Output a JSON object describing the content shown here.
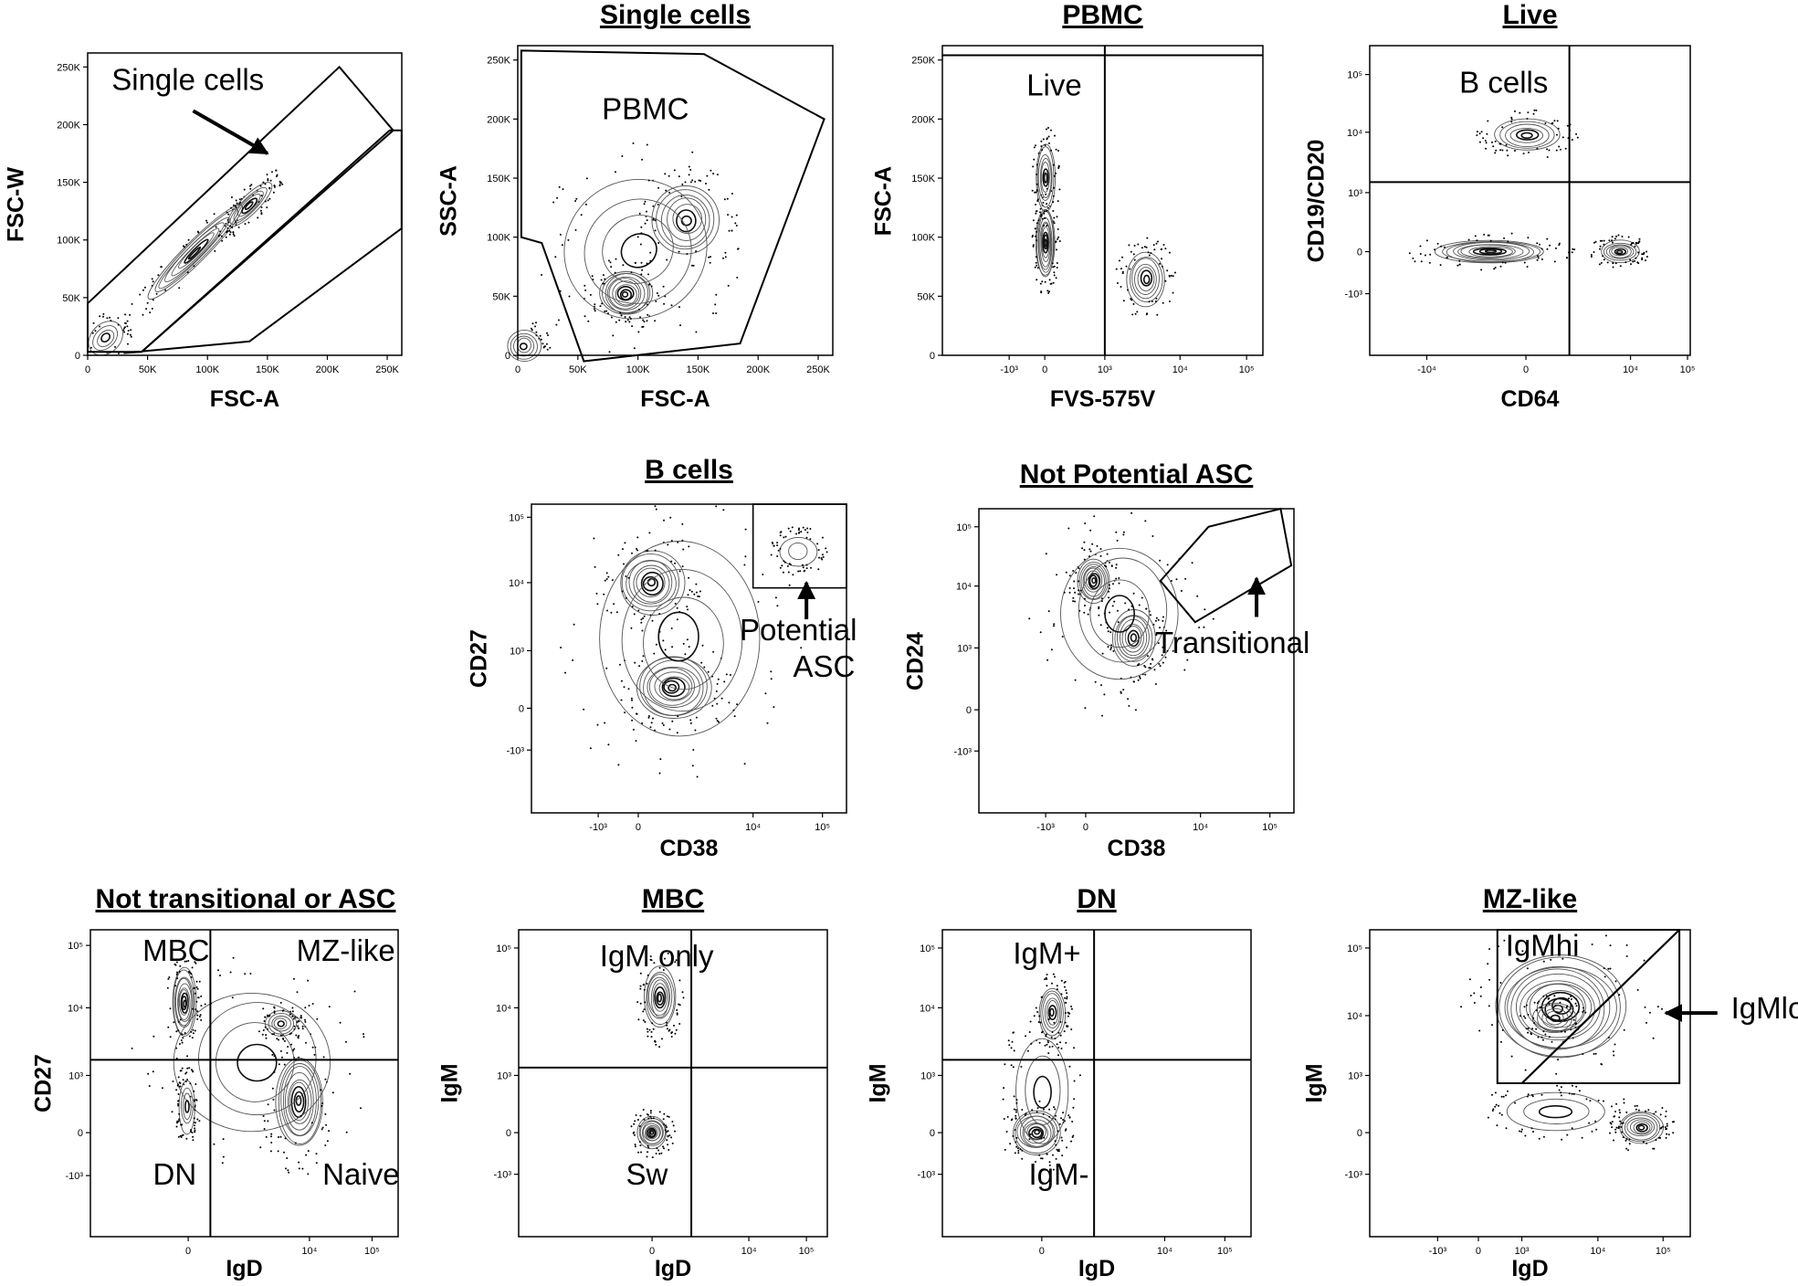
{
  "chart_data": [
    {
      "type": "contour",
      "id": "p1",
      "title": "",
      "xlabel": "FSC-A",
      "ylabel": "FSC-W",
      "x_scale": "linear",
      "y_scale": "linear",
      "xlim": [
        0,
        262144
      ],
      "ylim": [
        0,
        262144
      ],
      "x_ticks": [
        0,
        50000,
        100000,
        150000,
        200000,
        250000
      ],
      "x_tick_labels": [
        "0",
        "50K",
        "100K",
        "150K",
        "200K",
        "250K"
      ],
      "y_ticks": [
        0,
        50000,
        100000,
        150000,
        200000,
        250000
      ],
      "y_tick_labels": [
        "0",
        "50K",
        "100K",
        "150K",
        "200K",
        "250K"
      ],
      "gates": [
        {
          "shape": "polygon",
          "points": [
            [
              0,
              45000
            ],
            [
              210000,
              250000
            ],
            [
              255000,
              195000
            ],
            [
              45000,
              3000
            ],
            [
              0,
              3000
            ]
          ]
        },
        {
          "shape": "polygon",
          "points": [
            [
              30000,
              2000
            ],
            [
              135000,
              12000
            ],
            [
              262000,
              110000
            ],
            [
              262000,
              195000
            ],
            [
              252000,
              195000
            ],
            [
              45000,
              3000
            ]
          ]
        }
      ],
      "annotations": [
        {
          "text": "Single cells",
          "x": 20000,
          "y": 230000,
          "arrow_to": [
            150000,
            175000
          ],
          "arrow_from": [
            88000,
            212000
          ]
        }
      ],
      "populations": [
        {
          "cx": 15000,
          "cy": 15000,
          "rx": 16000,
          "ry": 12000,
          "angle": 45,
          "levels": 4
        },
        {
          "cx": 90000,
          "cy": 90000,
          "rx": 55000,
          "ry": 9000,
          "angle": 45,
          "levels": 8
        },
        {
          "cx": 135000,
          "cy": 130000,
          "rx": 25000,
          "ry": 8000,
          "angle": 45,
          "levels": 6
        }
      ]
    },
    {
      "type": "contour",
      "id": "p2",
      "title": "Single cells",
      "xlabel": "FSC-A",
      "ylabel": "SSC-A",
      "x_scale": "linear",
      "y_scale": "linear",
      "xlim": [
        0,
        262144
      ],
      "ylim": [
        0,
        262144
      ],
      "x_ticks": [
        0,
        50000,
        100000,
        150000,
        200000,
        250000
      ],
      "x_tick_labels": [
        "0",
        "50K",
        "100K",
        "150K",
        "200K",
        "250K"
      ],
      "y_ticks": [
        0,
        50000,
        100000,
        150000,
        200000,
        250000
      ],
      "y_tick_labels": [
        "0",
        "50K",
        "100K",
        "150K",
        "200K",
        "250K"
      ],
      "gates": [
        {
          "shape": "polygon",
          "points": [
            [
              3000,
              258000
            ],
            [
              155000,
              255000
            ],
            [
              255000,
              200000
            ],
            [
              185000,
              10000
            ],
            [
              55000,
              -5000
            ],
            [
              20000,
              95000
            ],
            [
              3000,
              100000
            ]
          ]
        }
      ],
      "annotations": [
        {
          "text": "PBMC",
          "x": 70000,
          "y": 200000
        }
      ],
      "populations": [
        {
          "cx": 90000,
          "cy": 52000,
          "rx": 22000,
          "ry": 20000,
          "angle": 0,
          "levels": 10
        },
        {
          "cx": 140000,
          "cy": 115000,
          "rx": 28000,
          "ry": 30000,
          "angle": 0,
          "levels": 7
        },
        {
          "cx": 5000,
          "cy": 8000,
          "rx": 14000,
          "ry": 14000,
          "angle": 0,
          "levels": 5
        },
        {
          "cx": 100000,
          "cy": 90000,
          "rx": 60000,
          "ry": 55000,
          "angle": 30,
          "levels": 4
        }
      ]
    },
    {
      "type": "contour",
      "id": "p3",
      "title": "PBMC",
      "xlabel": "FVS-575V",
      "ylabel": "FSC-A",
      "x_scale": "biexponential",
      "y_scale": "linear",
      "xlim": [
        -0.18,
        1
      ],
      "ylim": [
        0,
        262144
      ],
      "x_ticks": [
        0.066,
        0.197,
        0.418,
        0.695,
        0.94
      ],
      "x_tick_labels": [
        "-10³",
        "0",
        "10³",
        "10⁴",
        "10⁵"
      ],
      "y_ticks": [
        0,
        50000,
        100000,
        150000,
        200000,
        250000
      ],
      "y_tick_labels": [
        "0",
        "50K",
        "100K",
        "150K",
        "200K",
        "250K"
      ],
      "gates": [
        {
          "shape": "vline",
          "x": 0.418
        },
        {
          "shape": "hline",
          "y": 254000
        }
      ],
      "annotations": [
        {
          "text": "Live",
          "x": 0.13,
          "y": 220000
        }
      ],
      "populations": [
        {
          "cx": 0.2,
          "cy": 95000,
          "rx": 0.035,
          "ry": 30000,
          "angle": 0,
          "levels": 10
        },
        {
          "cx": 0.2,
          "cy": 150000,
          "rx": 0.035,
          "ry": 28000,
          "angle": 0,
          "levels": 7
        },
        {
          "cx": 0.57,
          "cy": 65000,
          "rx": 0.07,
          "ry": 22000,
          "angle": 0,
          "levels": 7
        }
      ]
    },
    {
      "type": "contour",
      "id": "p4",
      "title": "Live",
      "xlabel": "CD64",
      "ylabel": "CD19/CD20",
      "x_scale": "biexponential",
      "y_scale": "biexponential",
      "xlim": [
        -0.18,
        1
      ],
      "ylim": [
        -0.18,
        1
      ],
      "x_ticks": [
        0.03,
        0.395,
        0.78,
        0.99
      ],
      "x_tick_labels": [
        "-10⁴",
        "0",
        "10⁴",
        "10⁵"
      ],
      "y_ticks": [
        0.055,
        0.215,
        0.44,
        0.67,
        0.89
      ],
      "y_tick_labels": [
        "-10³",
        "0",
        "10³",
        "10⁴",
        "10⁵"
      ],
      "gates": [
        {
          "shape": "vline",
          "x": 0.555
        },
        {
          "shape": "hline",
          "y": 0.48
        }
      ],
      "annotations": [
        {
          "text": "B cells",
          "x": 0.15,
          "y": 0.82
        }
      ],
      "populations": [
        {
          "cx": 0.26,
          "cy": 0.215,
          "rx": 0.2,
          "ry": 0.045,
          "angle": 0,
          "levels": 10
        },
        {
          "cx": 0.74,
          "cy": 0.215,
          "rx": 0.07,
          "ry": 0.04,
          "angle": 0,
          "levels": 7
        },
        {
          "cx": 0.4,
          "cy": 0.66,
          "rx": 0.12,
          "ry": 0.06,
          "angle": 0,
          "levels": 6
        }
      ]
    },
    {
      "type": "contour",
      "id": "p5",
      "title": "B cells",
      "xlabel": "CD38",
      "ylabel": "CD27",
      "x_scale": "biexponential",
      "y_scale": "biexponential",
      "xlim": [
        -0.18,
        1
      ],
      "ylim": [
        -0.18,
        1
      ],
      "x_ticks": [
        0.07,
        0.22,
        0.65,
        0.91
      ],
      "x_tick_labels": [
        "-10³",
        "0",
        "10⁴",
        "10⁵"
      ],
      "y_ticks": [
        0.06,
        0.22,
        0.44,
        0.7,
        0.95
      ],
      "y_tick_labels": [
        "-10³",
        "0",
        "10³",
        "10⁴",
        "10⁵"
      ],
      "gates": [
        {
          "shape": "rect",
          "x0": 0.65,
          "y0": 0.68,
          "x1": 1.0,
          "y1": 1.0
        }
      ],
      "annotations": [
        {
          "text": "Potential",
          "x": 0.6,
          "y": 0.48
        },
        {
          "text": "ASC",
          "x": 0.8,
          "y": 0.34
        },
        {
          "arrow_from": [
            0.85,
            0.56
          ],
          "arrow_to": [
            0.85,
            0.7
          ]
        }
      ],
      "populations": [
        {
          "cx": 0.35,
          "cy": 0.3,
          "rx": 0.14,
          "ry": 0.12,
          "angle": 0,
          "levels": 10
        },
        {
          "cx": 0.27,
          "cy": 0.7,
          "rx": 0.12,
          "ry": 0.12,
          "angle": 0,
          "levels": 9
        },
        {
          "cx": 0.38,
          "cy": 0.48,
          "rx": 0.3,
          "ry": 0.38,
          "angle": 0,
          "levels": 4
        },
        {
          "cx": 0.82,
          "cy": 0.82,
          "rx": 0.07,
          "ry": 0.06,
          "angle": 0,
          "levels": 2
        }
      ]
    },
    {
      "type": "contour",
      "id": "p6",
      "title": "Not Potential ASC",
      "xlabel": "CD38",
      "ylabel": "CD24",
      "x_scale": "biexponential",
      "y_scale": "biexponential",
      "xlim": [
        -0.18,
        1
      ],
      "ylim": [
        -0.18,
        1
      ],
      "x_ticks": [
        0.07,
        0.22,
        0.65,
        0.91
      ],
      "x_tick_labels": [
        "-10³",
        "0",
        "10⁴",
        "10⁵"
      ],
      "y_ticks": [
        0.06,
        0.22,
        0.46,
        0.7,
        0.93
      ],
      "y_tick_labels": [
        "-10³",
        "0",
        "10³",
        "10⁴",
        "10⁵"
      ],
      "gates": [
        {
          "shape": "polygon",
          "points": [
            [
              0.5,
              0.72
            ],
            [
              0.68,
              0.93
            ],
            [
              0.95,
              1.0
            ],
            [
              0.99,
              0.78
            ],
            [
              0.63,
              0.56
            ]
          ]
        }
      ],
      "annotations": [
        {
          "text": "Transitional",
          "x": 0.48,
          "y": 0.44
        },
        {
          "arrow_from": [
            0.86,
            0.58
          ],
          "arrow_to": [
            0.86,
            0.73
          ]
        }
      ],
      "populations": [
        {
          "cx": 0.25,
          "cy": 0.72,
          "rx": 0.06,
          "ry": 0.09,
          "angle": 0,
          "levels": 9
        },
        {
          "cx": 0.4,
          "cy": 0.5,
          "rx": 0.08,
          "ry": 0.11,
          "angle": 0,
          "levels": 8
        },
        {
          "cx": 0.35,
          "cy": 0.6,
          "rx": 0.22,
          "ry": 0.26,
          "angle": 0,
          "levels": 4
        }
      ]
    },
    {
      "type": "contour",
      "id": "p7",
      "title": "Not transitional or ASC",
      "xlabel": "IgD",
      "ylabel": "CD27",
      "x_scale": "biexponential",
      "y_scale": "biexponential",
      "xlim": [
        -0.18,
        1
      ],
      "ylim": [
        -0.18,
        1
      ],
      "x_ticks": [
        0.195,
        0.66,
        0.9
      ],
      "x_tick_labels": [
        "0",
        "10⁴",
        "10⁵"
      ],
      "y_ticks": [
        0.055,
        0.22,
        0.44,
        0.7,
        0.94
      ],
      "y_tick_labels": [
        "-10³",
        "0",
        "10³",
        "10⁴",
        "10⁵"
      ],
      "gates": [
        {
          "shape": "vline",
          "x": 0.28
        },
        {
          "shape": "hline",
          "y": 0.5
        }
      ],
      "annotations": [
        {
          "text": "MBC",
          "x": 0.02,
          "y": 0.88
        },
        {
          "text": "MZ-like",
          "x": 0.61,
          "y": 0.88
        },
        {
          "text": "DN",
          "x": 0.06,
          "y": 0.02
        },
        {
          "text": "Naive",
          "x": 0.71,
          "y": 0.02
        }
      ],
      "populations": [
        {
          "cx": 0.18,
          "cy": 0.72,
          "rx": 0.045,
          "ry": 0.13,
          "angle": 0,
          "levels": 10
        },
        {
          "cx": 0.62,
          "cy": 0.34,
          "rx": 0.09,
          "ry": 0.18,
          "angle": 0,
          "levels": 10
        },
        {
          "cx": 0.55,
          "cy": 0.64,
          "rx": 0.06,
          "ry": 0.05,
          "angle": 0,
          "levels": 5
        },
        {
          "cx": 0.45,
          "cy": 0.5,
          "rx": 0.3,
          "ry": 0.28,
          "angle": 0,
          "levels": 4
        },
        {
          "cx": 0.19,
          "cy": 0.32,
          "rx": 0.03,
          "ry": 0.1,
          "angle": 0,
          "levels": 4
        }
      ]
    },
    {
      "type": "contour",
      "id": "p8",
      "title": "MBC",
      "xlabel": "IgD",
      "ylabel": "IgM",
      "x_scale": "biexponential",
      "y_scale": "biexponential",
      "xlim": [
        -0.18,
        1
      ],
      "ylim": [
        -0.18,
        1
      ],
      "x_ticks": [
        0.33,
        0.7,
        0.92
      ],
      "x_tick_labels": [
        "0",
        "10⁴",
        "10⁵"
      ],
      "y_ticks": [
        0.06,
        0.22,
        0.44,
        0.7,
        0.93
      ],
      "y_tick_labels": [
        "-10³",
        "0",
        "10³",
        "10⁴",
        "10⁵"
      ],
      "gates": [
        {
          "shape": "vline",
          "x": 0.48
        },
        {
          "shape": "hline",
          "y": 0.47
        }
      ],
      "annotations": [
        {
          "text": "IgM only",
          "x": 0.13,
          "y": 0.86
        },
        {
          "text": "Sw",
          "x": 0.23,
          "y": 0.02
        }
      ],
      "populations": [
        {
          "cx": 0.33,
          "cy": 0.22,
          "rx": 0.055,
          "ry": 0.06,
          "angle": 0,
          "levels": 10
        },
        {
          "cx": 0.36,
          "cy": 0.74,
          "rx": 0.06,
          "ry": 0.12,
          "angle": 0,
          "levels": 9
        }
      ]
    },
    {
      "type": "contour",
      "id": "p9",
      "title": "DN",
      "xlabel": "IgD",
      "ylabel": "IgM",
      "x_scale": "biexponential",
      "y_scale": "biexponential",
      "xlim": [
        -0.18,
        1
      ],
      "ylim": [
        -0.18,
        1
      ],
      "x_ticks": [
        0.2,
        0.67,
        0.9
      ],
      "x_tick_labels": [
        "0",
        "10⁴",
        "10⁵"
      ],
      "y_ticks": [
        0.06,
        0.22,
        0.44,
        0.7,
        0.93
      ],
      "y_tick_labels": [
        "-10³",
        "0",
        "10³",
        "10⁴",
        "10⁵"
      ],
      "gates": [
        {
          "shape": "vline",
          "x": 0.4
        },
        {
          "shape": "hline",
          "y": 0.5
        }
      ],
      "annotations": [
        {
          "text": "IgM+",
          "x": 0.09,
          "y": 0.87
        },
        {
          "text": "IgM-",
          "x": 0.15,
          "y": 0.02
        }
      ],
      "populations": [
        {
          "cx": 0.18,
          "cy": 0.22,
          "rx": 0.09,
          "ry": 0.08,
          "angle": 0,
          "levels": 10
        },
        {
          "cx": 0.24,
          "cy": 0.68,
          "rx": 0.05,
          "ry": 0.1,
          "angle": 0,
          "levels": 7
        },
        {
          "cx": 0.2,
          "cy": 0.38,
          "rx": 0.1,
          "ry": 0.2,
          "angle": 0,
          "levels": 3
        }
      ]
    },
    {
      "type": "contour",
      "id": "p10",
      "title": "MZ-like",
      "xlabel": "IgD",
      "ylabel": "IgM",
      "x_scale": "biexponential",
      "y_scale": "biexponential",
      "xlim": [
        -0.18,
        1
      ],
      "ylim": [
        -0.18,
        1
      ],
      "x_ticks": [
        0.07,
        0.22,
        0.38,
        0.66,
        0.9
      ],
      "x_tick_labels": [
        "-10³",
        "0",
        "10³",
        "10⁴",
        "10⁵"
      ],
      "y_ticks": [
        0.06,
        0.22,
        0.44,
        0.67,
        0.93
      ],
      "y_tick_labels": [
        "-10³",
        "0",
        "10³",
        "10⁴",
        "10⁵"
      ],
      "gates": [
        {
          "shape": "polygon",
          "points": [
            [
              0.29,
              1.0
            ],
            [
              0.96,
              1.0
            ],
            [
              0.96,
              0.41
            ],
            [
              0.29,
              0.41
            ]
          ]
        },
        {
          "shape": "line",
          "points": [
            [
              0.38,
              0.41
            ],
            [
              0.96,
              1.0
            ]
          ]
        }
      ],
      "annotations": [
        {
          "text": "IgMhi",
          "x": 0.32,
          "y": 0.9
        },
        {
          "text": "IgMlo",
          "x": 1.15,
          "y": 0.66
        },
        {
          "arrow_from": [
            1.1,
            0.68
          ],
          "arrow_to": [
            0.91,
            0.68
          ]
        }
      ],
      "populations": [
        {
          "cx": 0.52,
          "cy": 0.7,
          "rx": 0.24,
          "ry": 0.2,
          "angle": 0,
          "levels": 14
        },
        {
          "cx": 0.5,
          "cy": 0.66,
          "rx": 0.08,
          "ry": 0.06,
          "angle": 0,
          "levels": 5
        },
        {
          "cx": 0.82,
          "cy": 0.24,
          "rx": 0.08,
          "ry": 0.06,
          "angle": 0,
          "levels": 8
        },
        {
          "cx": 0.5,
          "cy": 0.3,
          "rx": 0.18,
          "ry": 0.07,
          "angle": 0,
          "levels": 3
        }
      ]
    }
  ]
}
